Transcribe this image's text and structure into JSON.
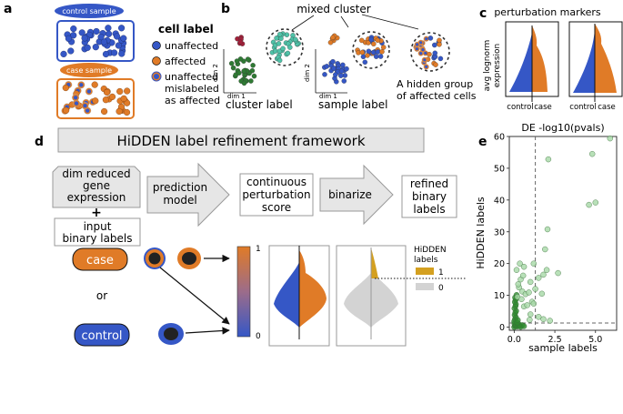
{
  "panel_labels": {
    "a": "a",
    "b": "b",
    "c": "c",
    "d": "d",
    "e": "e"
  },
  "panel_a": {
    "control_sample": "control sample",
    "case_sample": "case sample",
    "legend_title": "cell label",
    "legend_items": [
      "unaffected",
      "affected",
      "unaffected",
      "mislabeled",
      "as affected"
    ],
    "colors": {
      "unaffected": "#3557c6",
      "affected": "#e07b27"
    }
  },
  "panel_b": {
    "mixed_cluster": "mixed cluster",
    "dim2": "dim 2",
    "dim1": "dim 1",
    "cluster_label": "cluster label",
    "sample_label": "sample label",
    "hidden_group": [
      "A hidden group",
      "of affected cells"
    ],
    "colors": {
      "cluster_red": "#a3203a",
      "cluster_green": "#2f7a34",
      "cluster_teal": "#4fc2a8"
    }
  },
  "panel_c": {
    "title": "perturbation markers",
    "ylabel": [
      "avg lognorm",
      "expression"
    ],
    "xlabels": [
      "control",
      "case",
      "control",
      "case"
    ]
  },
  "panel_d": {
    "banner": "HiDDEN label refinement framework",
    "input_box": [
      "dim reduced",
      "gene",
      "expression"
    ],
    "plus": "+",
    "input_labels": [
      "input",
      "binary labels"
    ],
    "arrow1": [
      "prediction",
      "model"
    ],
    "score_box": [
      "continuous",
      "perturbation",
      "score"
    ],
    "arrow2": "binarize",
    "refined_box": [
      "refined",
      "binary",
      "labels"
    ],
    "case_pill": "case",
    "or": "or",
    "control_pill": "control",
    "colorbar_ticks": [
      "1",
      "0"
    ],
    "legend_title": [
      "HiDDEN",
      "labels"
    ],
    "legend_items": [
      "1",
      "0"
    ],
    "colors": {
      "gold": "#d4a020",
      "grey": "#d3d3d3",
      "blue": "#3557c6",
      "orange": "#e07b27"
    }
  },
  "panel_e": {
    "chart_data": {
      "type": "scatter",
      "title": "DE -log10(pvals)",
      "xlabel": "sample labels",
      "ylabel": "HiDDEN labels",
      "xlim": [
        -0.3,
        6.3
      ],
      "ylim": [
        -1,
        60
      ],
      "xticks": [
        "0.0",
        "2.5",
        "5.0"
      ],
      "yticks": [
        "0",
        "10",
        "20",
        "30",
        "40",
        "50",
        "60"
      ],
      "thresholds": {
        "x": 1.3,
        "y": 1.3
      },
      "series": [
        {
          "color": "#2e8b2e",
          "points": [
            [
              0,
              0
            ],
            [
              0.05,
              0.4
            ],
            [
              0.1,
              0.8
            ],
            [
              0.02,
              1.1
            ],
            [
              0.08,
              0.3
            ],
            [
              0.12,
              0.6
            ],
            [
              0,
              1.8
            ],
            [
              0.05,
              2.5
            ],
            [
              0.1,
              3.1
            ],
            [
              0.03,
              3.8
            ],
            [
              0.07,
              4.5
            ],
            [
              0.12,
              5.1
            ],
            [
              0.02,
              5.9
            ],
            [
              0.08,
              6.6
            ],
            [
              0.1,
              7.2
            ],
            [
              0.04,
              7.9
            ],
            [
              0.09,
              8.6
            ],
            [
              0.06,
              9.3
            ],
            [
              0.15,
              10.1
            ],
            [
              0.2,
              0.2
            ],
            [
              0.25,
              0.5
            ],
            [
              0.3,
              0.9
            ],
            [
              0.35,
              0.4
            ],
            [
              0.4,
              0.1
            ],
            [
              0.5,
              0.6
            ],
            [
              0.6,
              0.3
            ],
            [
              0.18,
              1.5
            ],
            [
              0.22,
              2.2
            ]
          ]
        },
        {
          "color": "#a6d8a6",
          "points": [
            [
              0.3,
              12.5
            ],
            [
              0.5,
              11.2
            ],
            [
              0.7,
              10.4
            ],
            [
              0.2,
              9.5
            ],
            [
              0.45,
              8.8
            ],
            [
              0.9,
              10.9
            ],
            [
              1.0,
              14.2
            ],
            [
              1.1,
              8.0
            ],
            [
              0.6,
              6.5
            ],
            [
              0.8,
              6.9
            ],
            [
              1.2,
              7.4
            ],
            [
              0.25,
              13.5
            ],
            [
              0.4,
              15.0
            ],
            [
              0.55,
              16.2
            ],
            [
              0.15,
              18.0
            ],
            [
              0.35,
              20.0
            ],
            [
              0.6,
              19.0
            ],
            [
              1.3,
              12.0
            ],
            [
              1.5,
              15.5
            ],
            [
              1.7,
              10.5
            ],
            [
              1.8,
              16.5
            ],
            [
              2.0,
              18.0
            ],
            [
              1.2,
              20.0
            ],
            [
              1.0,
              4.0
            ],
            [
              1.5,
              3.2
            ],
            [
              1.8,
              2.5
            ],
            [
              2.2,
              2.0
            ],
            [
              0.95,
              2.3
            ],
            [
              2.7,
              17.0
            ],
            [
              1.9,
              24.5
            ],
            [
              2.05,
              30.8
            ],
            [
              2.1,
              52.8
            ],
            [
              4.6,
              38.5
            ],
            [
              5.0,
              39.2
            ],
            [
              4.8,
              54.5
            ],
            [
              5.9,
              59.4
            ]
          ]
        }
      ]
    }
  }
}
